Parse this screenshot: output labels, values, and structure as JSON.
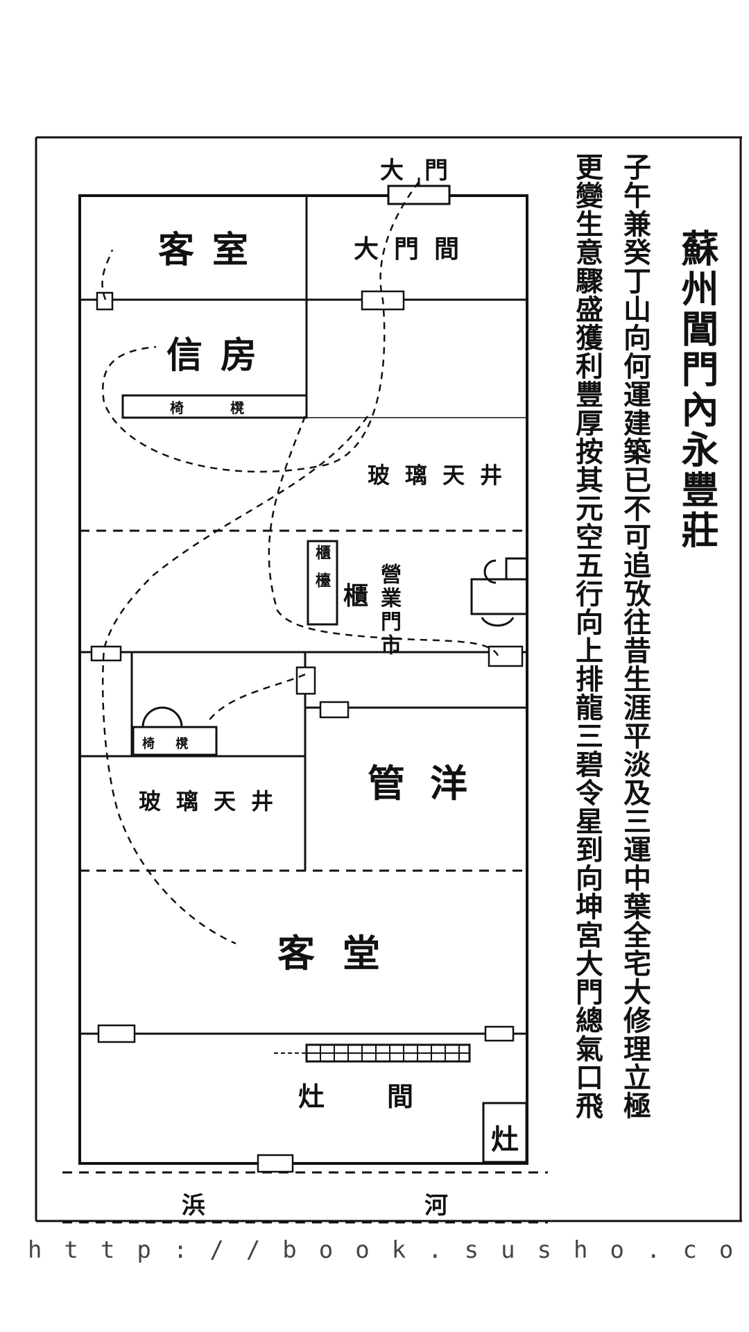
{
  "title": "蘇州閶門內永豐莊",
  "text_col1": "子午兼癸丁山向何運建築已不可追攷往昔生涯平淡及三運中葉全宅大修理立極",
  "text_col2": "更變生意驟盛獲利豐厚按其元空五行向上排龍三碧令星到向坤宮大門總氣口飛",
  "plan": {
    "gate_label": "大門",
    "rooms": {
      "guest_room": "客室",
      "gatehouse": "大門間",
      "letter_room": "信房",
      "skylight_upper": "玻璃天井",
      "counter_label": "櫃檯",
      "office": "營業門市",
      "counter": "櫃",
      "accounts": "管洋",
      "skylight_lower": "玻璃天井",
      "parlor": "客堂",
      "kitchen": "灶間",
      "stove": "灶",
      "creek": "浜",
      "river": "河"
    },
    "bench_upper": "椅 櫈",
    "bench_lower": "椅 櫈"
  },
  "watermark": "http://book.susho.co"
}
